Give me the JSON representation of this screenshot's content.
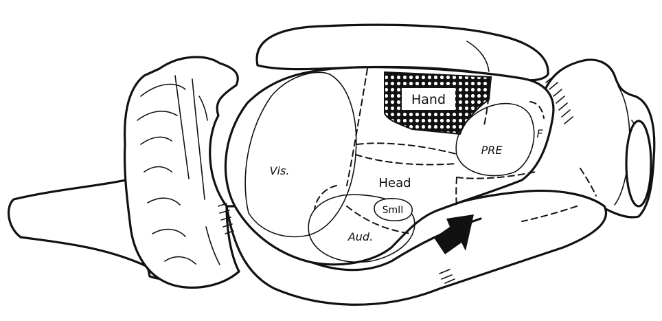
{
  "labels": {
    "hand": "Hand",
    "pre": "PRE",
    "f": "F",
    "vis": "Vis.",
    "head": "Head",
    "smll": "SmII",
    "aud": "Aud."
  },
  "colors": {
    "ink": "#111111",
    "background": "#ffffff"
  },
  "marker": "arrow-icon"
}
